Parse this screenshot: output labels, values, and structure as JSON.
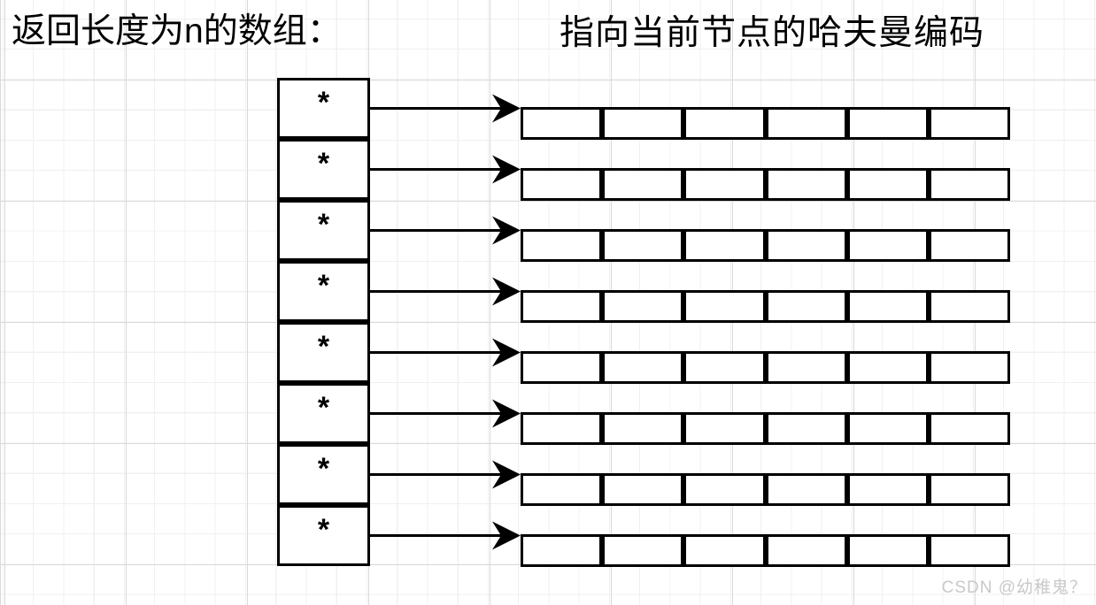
{
  "titles": {
    "left": "返回长度为n的数组：",
    "right": "指向当前节点的哈夫曼编码"
  },
  "diagram": {
    "pointer_labels": [
      "*",
      "*",
      "*",
      "*",
      "*",
      "*",
      "*",
      "*"
    ],
    "cells_per_row": 6,
    "row_count": 8
  },
  "watermark": {
    "text": "CSDN @幼稚鬼？"
  },
  "colors": {
    "shape_border": "#000000",
    "shape_fill": "#ffffff",
    "text": "#000000",
    "grid_minor": "#f0f0f0",
    "grid_major": "#d9d9d9",
    "watermark": "#c9c9c9"
  }
}
